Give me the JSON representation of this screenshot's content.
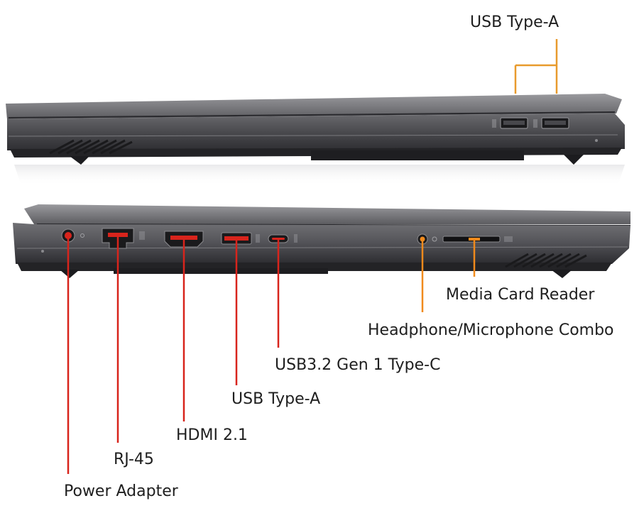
{
  "diagram": {
    "labels": {
      "usb_a_right": "USB Type-A",
      "media_card_reader": "Media Card Reader",
      "headphone_combo": "Headphone/Microphone Combo",
      "usb_c": "USB3.2 Gen 1 Type-C",
      "usb_a_left": "USB Type-A",
      "hdmi": "HDMI 2.1",
      "rj45": "RJ-45",
      "power": "Power Adapter"
    },
    "colors": {
      "callout_red": "#d8241c",
      "callout_orange": "#f08a1c",
      "callout_gold": "#e89a2c",
      "chassis_dark": "#3a3a3e",
      "chassis_mid": "#5c5c60",
      "chassis_light": "#8a8a8e",
      "text": "#1e1e1e"
    }
  }
}
